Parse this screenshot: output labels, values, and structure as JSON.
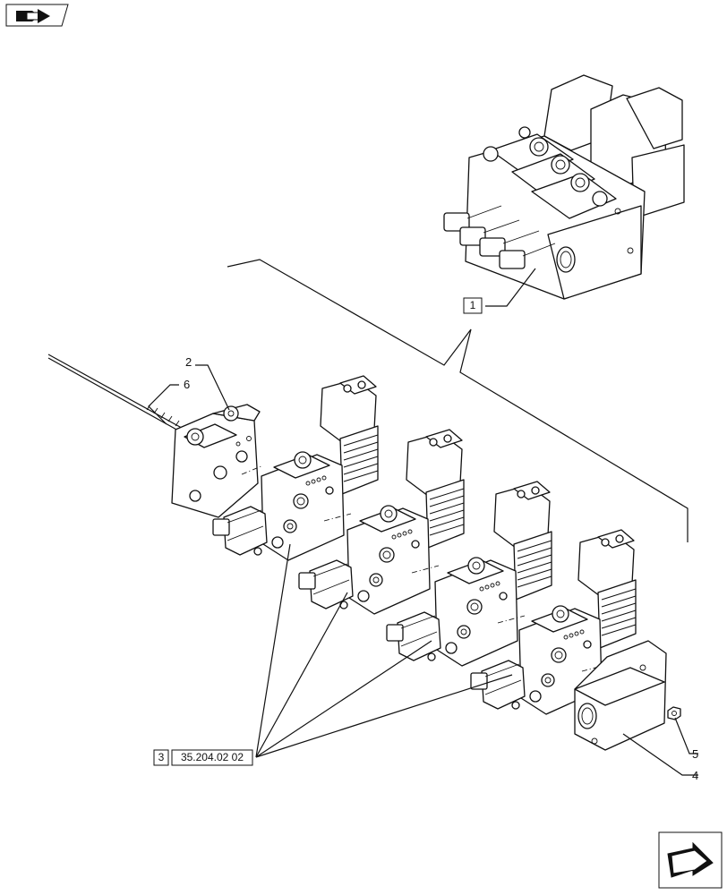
{
  "callouts": {
    "item_1": "1",
    "item_2": "2",
    "item_3": "3",
    "item_4": "4",
    "item_5": "5",
    "item_6": "6",
    "reference": "35.204.02 02"
  },
  "icons": {
    "top_left": "previous-page-arrow-icon",
    "bottom_right": "next-page-arrow-icon"
  },
  "colors": {
    "line": "#111111",
    "background": "#ffffff"
  }
}
